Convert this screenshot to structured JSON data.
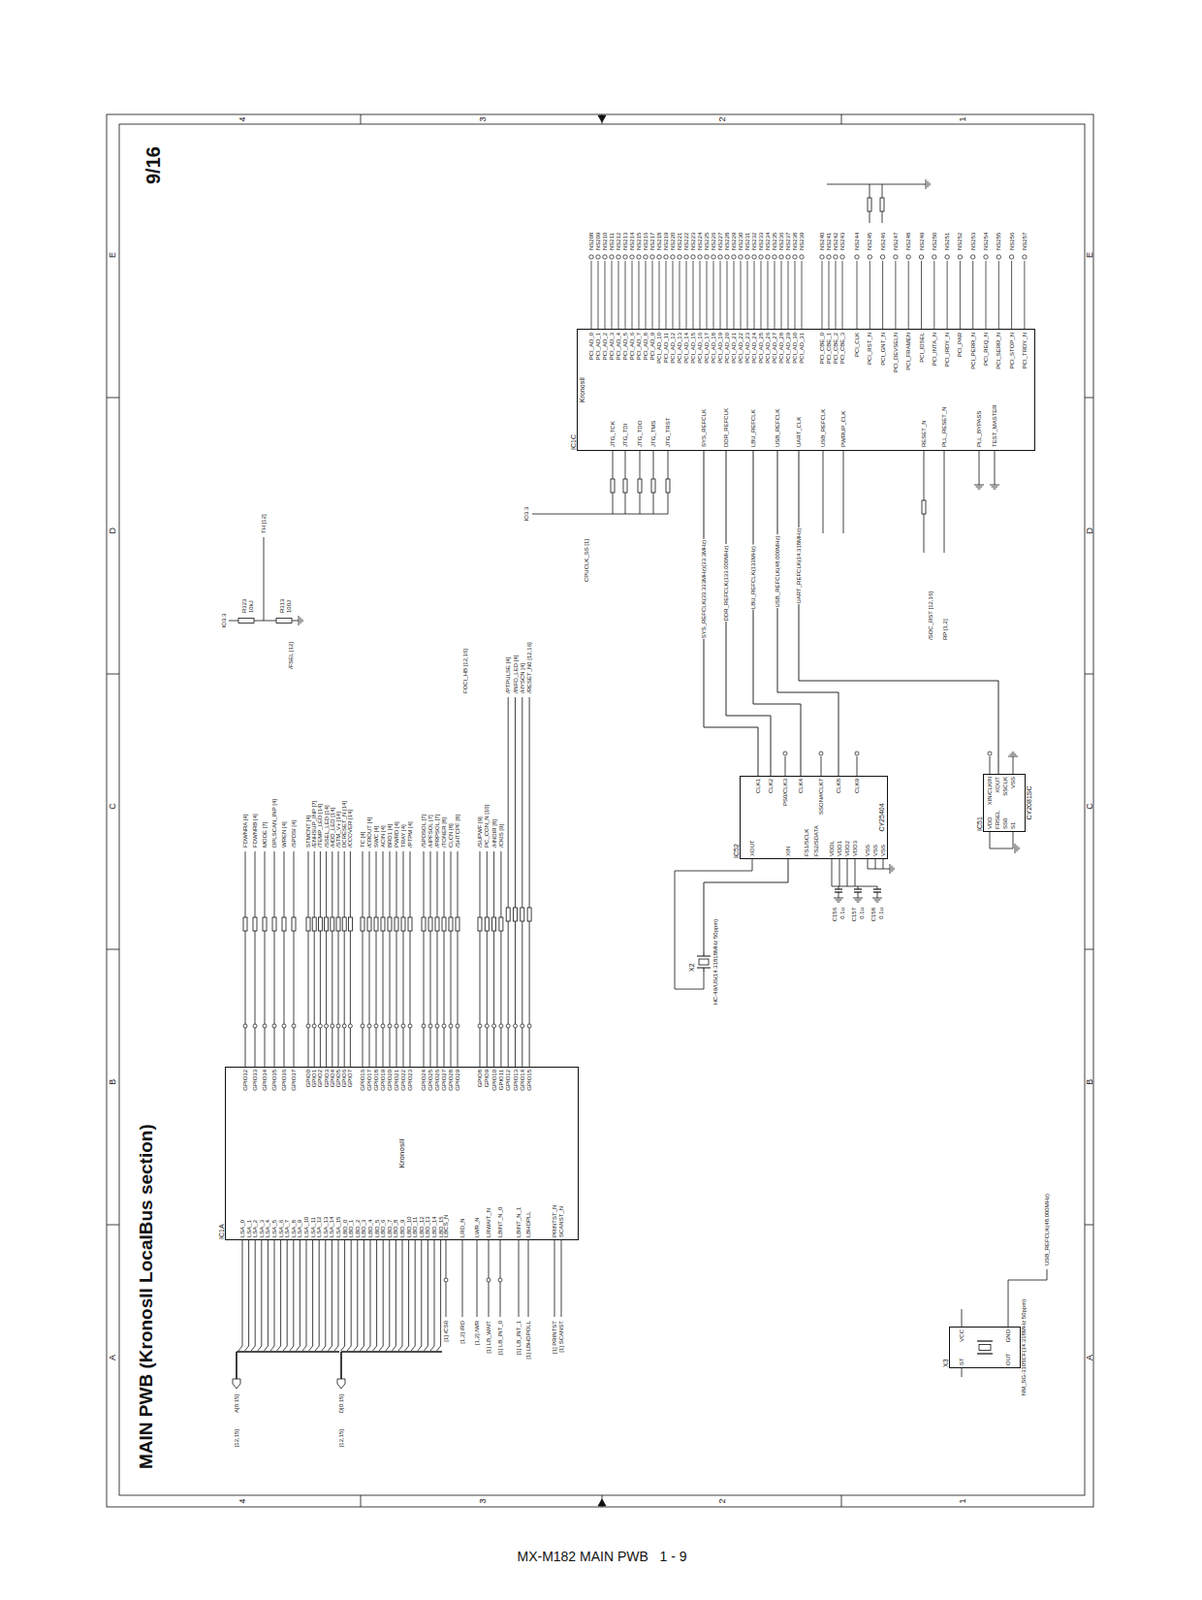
{
  "diagram": {
    "title": "MAIN PWB (KronosII LocalBus section)",
    "nodes": [
      {
        "text": [
          "IC1A",
          "KronosII"
        ]
      },
      {
        "text": [
          "IC1C",
          "KronosII"
        ]
      },
      {
        "text": [
          "IC52",
          "CY25404"
        ]
      },
      {
        "text": [
          "IC51",
          "CY2081SC"
        ]
      },
      {
        "text": [
          "X3",
          "NM_SG-3105CF(14.318MHz 50ppm)"
        ]
      },
      {
        "text": [
          "X2",
          "HC-49/US(14.31818MHz 50ppm)"
        ]
      }
    ],
    "edges": [
      {
        "from": 2,
        "to": 1,
        "arrow": "none",
        "label": "SYS_REFCLK(33.333MHz)(33.3MHz)"
      },
      {
        "from": 2,
        "to": 1,
        "arrow": "none",
        "label": "DDR_REFCLK(133.000MHz)"
      },
      {
        "from": 2,
        "to": 1,
        "arrow": "none",
        "label": "LBU_REFCLK(133MHz)"
      },
      {
        "from": 2,
        "to": 1,
        "arrow": "none",
        "label": "USB_REFCLK(48.000MHz)"
      },
      {
        "from": 3,
        "to": 1,
        "arrow": "none",
        "label": "UART_REFCLK(14.318MHz)"
      },
      {
        "from": 5,
        "to": 2,
        "arrow": "none"
      }
    ],
    "labels": [
      "4",
      "3",
      "2",
      "1",
      "4",
      "3",
      "2",
      "1",
      "A",
      "B",
      "C",
      "D",
      "E",
      "A",
      "B",
      "C",
      "D",
      "E",
      "9/16",
      "MX-M182 MAIN PWB   1 - 9",
      "LSA_0",
      "LSA_1",
      "LSA_2",
      "LSA_3",
      "LSA_4",
      "LSA_5",
      "LSA_6",
      "LSA_7",
      "LSA_8",
      "LSA_9",
      "LSA_10",
      "LSA_11",
      "LSA_12",
      "LSA_13",
      "LSA_14",
      "LSA_15",
      "LBD_0",
      "LBD_1",
      "LBD_2",
      "LBD_3",
      "LBD_4",
      "LBD_5",
      "LBD_6",
      "LBD_7",
      "LBD_8",
      "LBD_9",
      "LBD_10",
      "LBD_11",
      "LBD_12",
      "LBD_13",
      "LBD_14",
      "LBD_15",
      "LBCS_N",
      "LRD_N",
      "LWR_N",
      "LRWAIT_N",
      "LBINT_N_0",
      "LBINT_N_1",
      "LBHDPLL",
      "PRINTST_N",
      "SCANST_N",
      "[1] /CS0",
      "[1,2] /RD",
      "[1,2] /WR",
      "[1] LB_WAIT",
      "[1] LB_INT_0",
      "[1] LB_INT_1",
      "[1] LBHDPOLL",
      "[1] PRINTST",
      "[1] SCANST",
      "A[0:15]",
      "[12,15]",
      "D[0:15]",
      "[12,15]",
      "GPIO32",
      "GPIO33",
      "GPIO34",
      "GPIO35",
      "GPIO36",
      "GPIO37",
      "GPIO0",
      "GPIO1",
      "GPIO2",
      "GPIO3",
      "GPIO4",
      "GPIO5",
      "GPIO6",
      "GPIO7",
      "GPIO16",
      "GPIO17",
      "GPIO18",
      "GPIO19",
      "GPIO20",
      "GPIO21",
      "GPIO22",
      "GPIO23",
      "GPIO24",
      "GPIO25",
      "GPIO26",
      "GPIO27",
      "GPIO28",
      "GPIO29",
      "GPIO8",
      "GPIO9",
      "GPIO10",
      "GPIO11",
      "GPIO12",
      "GPIO13",
      "GPIO14",
      "GPIO15",
      "FDWNRA [4]",
      "FDWNRB [4]",
      "MODE [7]",
      "DPLSCAN_INP [4]",
      "WREN [4]",
      "/SPDSI [4]",
      "STMCNT [4]",
      "/ENHSUP_INP [7]",
      "/TEMP_LED [14]",
      "/SSEL_LED [14]",
      "/HDD_LED [14]",
      "/STM_V+ [14]",
      "DCRESET_N [14]",
      "/CCOVER [14]",
      "TC [4]",
      "/CROUT [4]",
      "SWC [4]",
      "ACIN [4]",
      "BRD1 [4]",
      "PWRD [4]",
      "TRAY [4]",
      "/PTPM [4]",
      "/SPDSOL [7]",
      "/HPFSOL [7]",
      "/PRPSOL [7]",
      "/TONER [8]",
      "CLCN [8]",
      "/SHTCPF [8]",
      "/SUPWF [9]",
      "PC_CON_N [10]",
      "/HNDIR [8]",
      "/CKIS [9]",
      "/PTPULSE [4]",
      "/INFO_LED [4]",
      "/HYSCN [4]",
      "/RESET_N0 [12,16]",
      "/FSEL [12]",
      "FOCI_HB [12,16]",
      "TH [12]",
      "IO3.3",
      "R323",
      "10kJ",
      "R313",
      "100J",
      "JTG_TCK",
      "JTG_TDI",
      "JTG_TDO",
      "JTG_TMS",
      "JTG_TRST",
      "SYS_REFCLK",
      "DDR_REFCLK",
      "LBU_REFCLK",
      "USB_REFCLK",
      "UART_CLK",
      "USB_REFCLK",
      "PWRUP_CLK",
      "RESET_N",
      "PLL_RESET_N",
      "PLL_BYPASS",
      "TEST_MASTER",
      "PCI_AD_0",
      "PCI_AD_1",
      "PCI_AD_2",
      "PCI_AD_3",
      "PCI_AD_4",
      "PCI_AD_5",
      "PCI_AD_6",
      "PCI_AD_7",
      "PCI_AD_8",
      "PCI_AD_9",
      "PCI_AD_10",
      "PCI_AD_11",
      "PCI_AD_12",
      "PCI_AD_13",
      "PCI_AD_14",
      "PCI_AD_15",
      "PCI_AD_16",
      "PCI_AD_17",
      "PCI_AD_18",
      "PCI_AD_19",
      "PCI_AD_20",
      "PCI_AD_21",
      "PCI_AD_22",
      "PCI_AD_23",
      "PCI_AD_24",
      "PCI_AD_25",
      "PCI_AD_26",
      "PCI_AD_27",
      "PCI_AD_28",
      "PCI_AD_29",
      "PCI_AD_30",
      "PCI_AD_31",
      "PCI_CBE_0",
      "PCI_CBE_1",
      "PCI_CBE_2",
      "PCI_CBE_3",
      "PCI_CLK",
      "PCI_RST_N",
      "PCI_GNT_N",
      "PCI_DEVSELN",
      "PCI_FRAMEN",
      "PCI_IDSEL",
      "PCI_INTA_N",
      "PCI_IRDY_N",
      "PCI_PAR",
      "PCI_PERR_N",
      "PCI_REQ_N",
      "PCI_SERR_N",
      "PCI_STOP_N",
      "PCI_TRDY_N",
      "NS208",
      "NS209",
      "NS210",
      "NS211",
      "NS212",
      "NS213",
      "NS214",
      "NS215",
      "NS216",
      "NS217",
      "NS218",
      "NS219",
      "NS220",
      "NS221",
      "NS222",
      "NS223",
      "NS224",
      "NS225",
      "NS226",
      "NS227",
      "NS228",
      "NS229",
      "NS230",
      "NS231",
      "NS232",
      "NS233",
      "NS234",
      "NS235",
      "NS236",
      "NS237",
      "NS238",
      "NS239",
      "NS240",
      "NS241",
      "NS242",
      "NS243",
      "NS244",
      "NS245",
      "NS246",
      "NS247",
      "NS248",
      "NS249",
      "NS250",
      "NS251",
      "NS252",
      "NS253",
      "NS254",
      "NS255",
      "NS256",
      "NS257",
      "XOUT",
      "XIN",
      "FS1/SCLK",
      "FS2/SDATA",
      "VDDL",
      "VDD1",
      "VDD2",
      "VDD3",
      "VSS",
      "VSS",
      "VSS",
      "CLK1",
      "CLK2",
      "PS0/CLK3",
      "CLK4",
      "SSON#/CLK7",
      "CLK8",
      "CLK9",
      "VDD",
      "FRSEL",
      "SS0",
      "S1",
      "XIN/CLKIN",
      "XOUT",
      "SSCLK",
      "VSS",
      "ST",
      "VCC",
      "OUT",
      "GND",
      "CPUCLK_SS [1]",
      "/SOC_RST [12,16]",
      "RP [1,2]",
      "IO3.3",
      "C156",
      "0.1u",
      "C157",
      "0.1u",
      "C158",
      "0.1u",
      "USB_REFCLK(48.000MHz)"
    ]
  }
}
